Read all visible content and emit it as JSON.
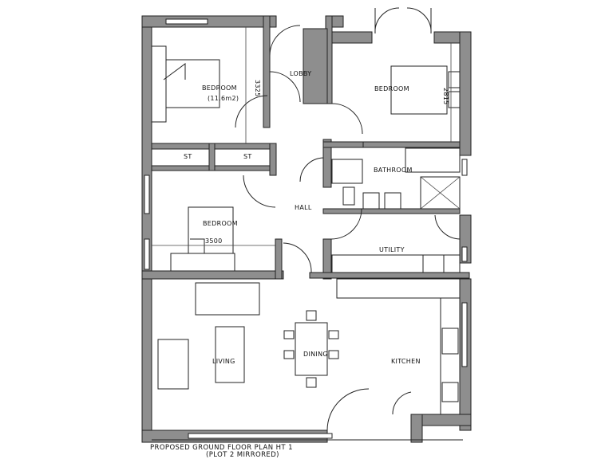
{
  "plan": {
    "title": "PROPOSED GROUND FLOOR PLAN HT 1",
    "subtitle": "(PLOT 2 MIRRORED)",
    "wall_color": "#8e8e8e",
    "rooms": {
      "bedroom1": "BEDROOM",
      "bedroom1_area": "(11.6m2)",
      "lobby": "LOBBY",
      "bedroom2": "BEDROOM",
      "store1": "ST",
      "store2": "ST",
      "bathroom": "BATHROOM",
      "hall": "HALL",
      "bedroom3": "BEDROOM",
      "utility": "UTILITY",
      "living": "LIVING",
      "dining": "DINING",
      "kitchen": "KITCHEN"
    },
    "dimensions": {
      "bedroom1_depth": "3325",
      "bedroom2_dim": "2815",
      "bedroom3_width": "3500"
    }
  }
}
